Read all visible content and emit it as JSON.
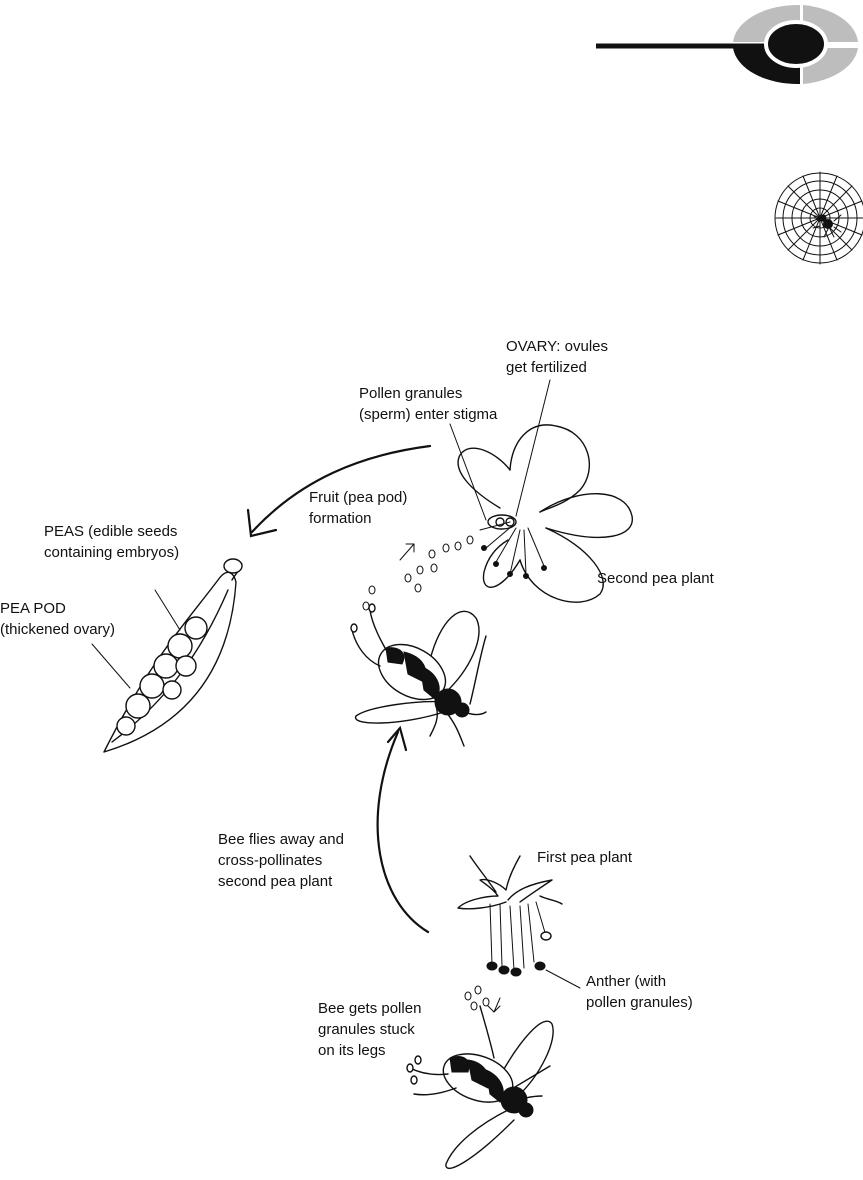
{
  "labels": {
    "ovary": [
      "OVARY: ovules",
      "get fertilized"
    ],
    "pollen_stigma": [
      "Pollen granules",
      "(sperm) enter stigma"
    ],
    "fruit_formation": [
      "Fruit (pea pod)",
      "formation"
    ],
    "peas": [
      "PEAS (edible seeds",
      "containing embryos)"
    ],
    "pea_pod": [
      "PEA POD",
      "(thickened ovary)"
    ],
    "second_plant": [
      "Second pea plant"
    ],
    "bee_flies": [
      "Bee flies away and",
      "cross-pollinates",
      "second pea plant"
    ],
    "first_plant": [
      "First pea plant"
    ],
    "anther": [
      "Anther (with",
      "pollen granules)"
    ],
    "bee_pollen": [
      "Bee gets pollen",
      "granules stuck",
      "on its legs"
    ]
  },
  "icons": [
    "chapter-tab-icon",
    "spider-web-icon"
  ],
  "colors": {
    "ink": "#111111",
    "gray": "#b0b0b0",
    "paper": "#ffffff"
  }
}
